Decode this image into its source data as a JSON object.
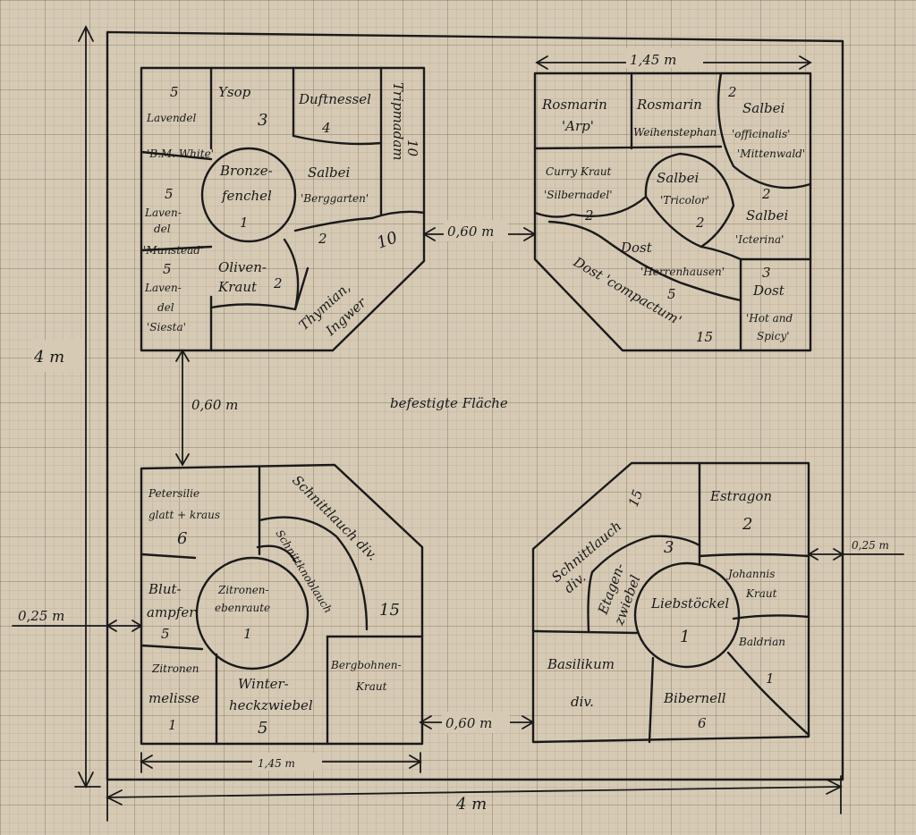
{
  "dimensions": {
    "height_total": "4 m",
    "width_total": "4 m",
    "gap_top": "0,60 m",
    "gap_left": "0,60 m",
    "gap_bottom": "0,60 m",
    "margin_right": "0,25 m",
    "margin_left": "0,25 m",
    "bed_width_top": "1,45 m",
    "bed_width_bottom": "1,45 m"
  },
  "center_label": "befestigte Fläche",
  "beds": {
    "top_left": {
      "lav1_num": "5",
      "lav1_name": "Lavendel",
      "lav1_var": "'B.M. White'",
      "ysop_name": "Ysop",
      "ysop_num": "3",
      "duft_name": "Duftnessel",
      "duft_num": "4",
      "tripmadam_name": "Tripmadam",
      "tripmadam_num": "10",
      "fenchel_l1": "Bronze-",
      "fenchel_l2": "fenchel",
      "fenchel_num": "1",
      "lav2_num": "5",
      "lav2_l1": "Laven-",
      "lav2_l2": "del",
      "lav2_var": "'Munstead'",
      "salbei_name": "Salbei",
      "salbei_var": "'Berggarten'",
      "salbei_num": "2",
      "lav3_num": "5",
      "lav3_l1": "Laven-",
      "lav3_l2": "del",
      "lav3_var": "'Siesta'",
      "oliven_l1": "Oliven-",
      "oliven_l2": "Kraut",
      "oliven_num": "2",
      "thymian_l1": "Thymian,",
      "thymian_l2": "Ingwer",
      "thymian_num": "10"
    },
    "top_right": {
      "ros1_name": "Rosmarin",
      "ros1_var": "'Arp'",
      "ros2_name": "Rosmarin",
      "ros2_var": "Weihenstephan",
      "salbei1_num": "2",
      "salbei1_name": "Salbei",
      "salbei1_var1": "'officinalis'",
      "salbei1_var2": "'Mittenwald'",
      "curry_name": "Curry Kraut",
      "curry_var": "'Silbernadel'",
      "curry_num": "2",
      "salbei2_name": "Salbei",
      "salbei2_var": "'Tricolor'",
      "salbei2_num": "2",
      "salbei3_num": "2",
      "salbei3_name": "Salbei",
      "salbei3_var": "'Icterina'",
      "dost1_name": "Dost",
      "dost1_var": "'Herrenhausen'",
      "dost1_num": "5",
      "dost2_line": "Dost 'compactum'",
      "dost2_num": "15",
      "dost3_num": "3",
      "dost3_name": "Dost",
      "dost3_var1": "'Hot and",
      "dost3_var2": "Spicy'"
    },
    "bottom_left": {
      "pet_name": "Petersilie",
      "pet_var": "glatt + kraus",
      "pet_num": "6",
      "schnitt_line": "Schnittlauch div.",
      "schnitt_num": "15",
      "schnittknob": "Schnittknoblauch",
      "blut_l1": "Blut-",
      "blut_l2": "ampfer",
      "blut_num": "5",
      "zitr_l1": "Zitronen-",
      "zitr_l2": "ebenraute",
      "zitr_num": "1",
      "melisse_l1": "Zitronen",
      "melisse_l2": "melisse",
      "melisse_num": "1",
      "winter_l1": "Winter-",
      "winter_l2": "heckzwiebel",
      "winter_num": "5",
      "bergb_l1": "Bergbohnen-",
      "bergb_l2": "Kraut"
    },
    "bottom_right": {
      "schnitt_l1": "Schnittlauch",
      "schnitt_num": "15",
      "schnitt_l2": "div.",
      "estragon_name": "Estragon",
      "estragon_num": "2",
      "etagen_l1": "Etagen-",
      "etagen_l2": "zwiebel",
      "etagen_num": "3",
      "johannis_l1": "Johannis",
      "johannis_l2": "Kraut",
      "lieb_name": "Liebstöckel",
      "lieb_num": "1",
      "baldrian_name": "Baldrian",
      "baldrian_num": "1",
      "basil_name": "Basilikum",
      "basil_var": "div.",
      "bibernell_name": "Bibernell",
      "bibernell_num": "6"
    }
  }
}
